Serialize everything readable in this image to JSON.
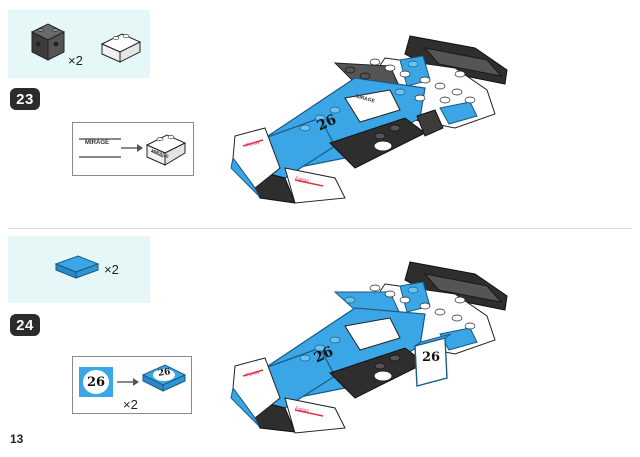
{
  "steps": [
    {
      "number": "23",
      "parts_quantity": "×2",
      "sticker_text": "MIRAGE",
      "car_number": "26",
      "livery_text": "Fanay"
    },
    {
      "number": "24",
      "parts_quantity": "×2",
      "sticker_number": "26",
      "sticker_quantity": "×2",
      "car_number": "26",
      "livery_text": "Fanay"
    }
  ],
  "page_number": "13",
  "colors": {
    "parts_box_bg": "#e6f7f7",
    "blue": "#3aa6e6",
    "dark_gray": "#4a4a4a",
    "black": "#2b2b2b",
    "white": "#ffffff",
    "red_accent": "#e0304a"
  },
  "icons": [
    "dark-bracket-brick-icon",
    "white-slope-brick-icon",
    "blue-tile-icon",
    "arrow-right-icon"
  ]
}
